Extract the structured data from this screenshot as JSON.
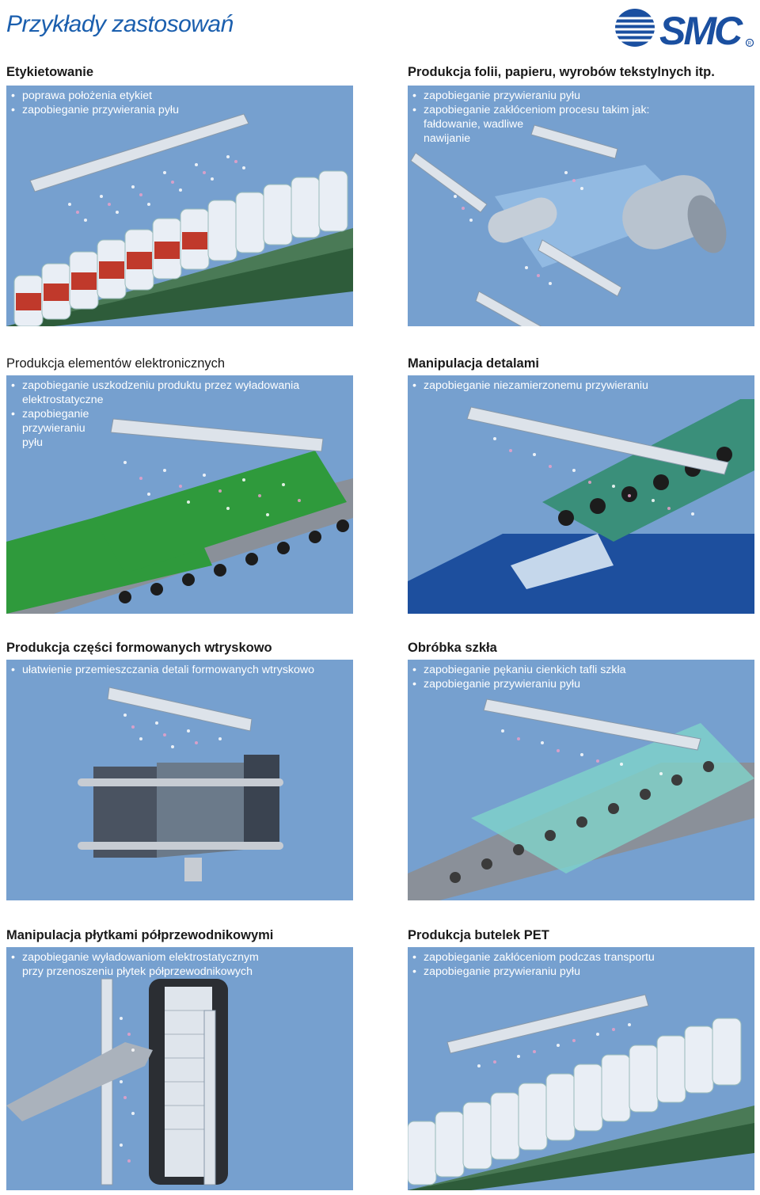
{
  "page": {
    "title": "Przykłady zastosowań",
    "logo_text": "SMC"
  },
  "panels": [
    {
      "id": "labeling",
      "title": "Etykietowanie",
      "bullets": [
        "poprawa położenia etykiet",
        "zapobieganie przywierania pyłu"
      ],
      "scene": "bottles-with-labels"
    },
    {
      "id": "foil",
      "title": "Produkcja folii, papieru, wyrobów tekstylnych itp.",
      "bullets": [
        "zapobieganie przywieraniu pyłu",
        "zapobieganie zakłóceniom procesu  takim jak:\nfałdowanie, wadliwe\nnawijanie"
      ],
      "scene": "foil-roll"
    },
    {
      "id": "electronics",
      "title": "Produkcja elementów elektronicznych",
      "bullets": [
        "zapobieganie uszkodzeniu produktu przez  wyładowania\nelektrostatyczne",
        "zapobieganie\nprzywieraniu\npyłu"
      ],
      "scene": "pcb-conveyor"
    },
    {
      "id": "handling",
      "title": "Manipulacja detalami",
      "bullets": [
        "zapobieganie niezamierzonemu przywieraniu"
      ],
      "scene": "part-conveyor"
    },
    {
      "id": "molding",
      "title": "Produkcja części formowanych wtryskowo",
      "bullets": [
        "ułatwienie przemieszczania detali  formowanych wtryskowo"
      ],
      "scene": "injection-mold"
    },
    {
      "id": "glass",
      "title": "Obróbka szkła",
      "bullets": [
        "zapobieganie pękaniu cienkich tafli szkła",
        "zapobieganie przywieraniu pyłu"
      ],
      "scene": "glass-rollers"
    },
    {
      "id": "wafer",
      "title": "Manipulacja płytkami półprzewodnikowymi",
      "bullets": [
        "zapobieganie wyładowaniom elektrostatycznym\nprzy przenoszeniu płytek półprzewodnikowych"
      ],
      "scene": "wafer-cassette"
    },
    {
      "id": "pet",
      "title": "Produkcja butelek PET",
      "bullets": [
        "zapobieganie zakłóceniom podczas transportu",
        "zapobieganie przywieraniu pyłu"
      ],
      "scene": "pet-bottles"
    }
  ],
  "colors": {
    "title_blue": "#1b5fae",
    "panel_blue": "#76a0cf",
    "smc_blue": "#1a4fa0"
  }
}
